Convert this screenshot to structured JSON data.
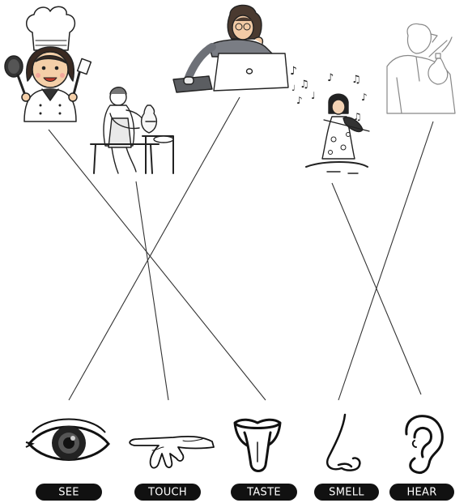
{
  "labels": {
    "see": "SEE",
    "touch": "TOUCH",
    "taste": "TASTE",
    "smell": "SMELL",
    "hear": "HEAR"
  },
  "pictures": {
    "chef": "chef-cooking",
    "potter": "potter-shaping-vase",
    "laptop_user": "woman-using-laptop",
    "violinist": "girl-playing-violin",
    "perfume": "man-smelling-perfume"
  },
  "sense_icons": [
    "eye-icon",
    "hand-icon",
    "tongue-icon",
    "nose-icon",
    "ear-icon"
  ],
  "colors": {
    "line": "#333333",
    "pill": "#111111",
    "text": "#ffffff"
  }
}
